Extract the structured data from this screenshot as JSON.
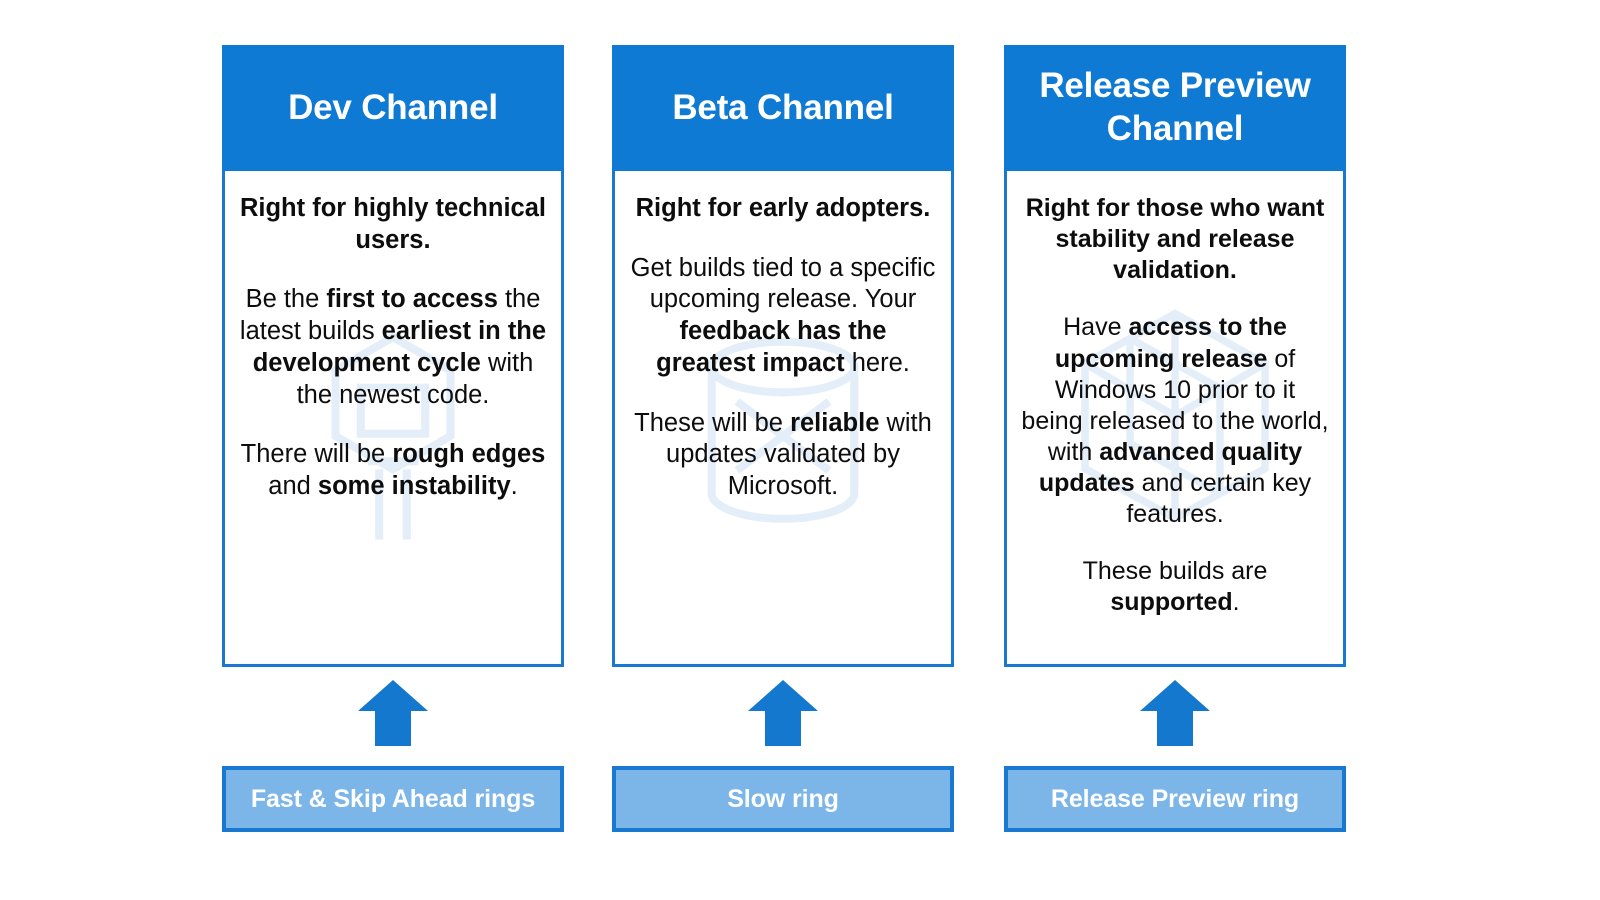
{
  "colors": {
    "header_blue": "#0f7ad4",
    "border_blue": "#1978cf",
    "ring_bar_fill": "#7cb5e8",
    "arrow_blue": "#1479ce",
    "text_black": "#0d0d0d",
    "background": "#ffffff"
  },
  "columns": [
    {
      "id": "dev",
      "header": "Dev Channel",
      "lead": "Right for highly technical users.",
      "paragraphs": [
        [
          {
            "text": "Be the ",
            "bold": false
          },
          {
            "text": "first to access",
            "bold": true
          },
          {
            "text": " the latest builds ",
            "bold": false
          },
          {
            "text": "earliest in the development cycle",
            "bold": true
          },
          {
            "text": " with the newest code.",
            "bold": false
          }
        ],
        [
          {
            "text": "There will be ",
            "bold": false
          },
          {
            "text": "rough edges",
            "bold": true
          },
          {
            "text": " and ",
            "bold": false
          },
          {
            "text": "some instability",
            "bold": true
          },
          {
            "text": ".",
            "bold": false
          }
        ]
      ],
      "ring_bar": "Fast & Skip Ahead rings",
      "watermark": "funnel-pipe-outline-icon"
    },
    {
      "id": "beta",
      "header": "Beta Channel",
      "lead": "Right for early adopters.",
      "paragraphs": [
        [
          {
            "text": "Get builds tied to a specific upcoming release. Your ",
            "bold": false
          },
          {
            "text": "feedback has the greatest impact",
            "bold": true
          },
          {
            "text": " here.",
            "bold": false
          }
        ],
        [
          {
            "text": "These will be ",
            "bold": false
          },
          {
            "text": "reliable",
            "bold": true
          },
          {
            "text": " with updates validated by Microsoft.",
            "bold": false
          }
        ]
      ],
      "ring_bar": "Slow ring",
      "watermark": "database-cylinder-outline-icon"
    },
    {
      "id": "release-preview",
      "header": "Release Preview Channel",
      "lead": "Right for those who want stability and release validation.",
      "paragraphs": [
        [
          {
            "text": "Have ",
            "bold": false
          },
          {
            "text": "access to the upcoming release",
            "bold": true
          },
          {
            "text": " of Windows 10 prior to it being released to the world, with ",
            "bold": false
          },
          {
            "text": "advanced quality updates",
            "bold": true
          },
          {
            "text": " and certain key features.",
            "bold": false
          }
        ],
        [
          {
            "text": "These builds are ",
            "bold": false
          },
          {
            "text": "supported",
            "bold": true
          },
          {
            "text": ".",
            "bold": false
          }
        ]
      ],
      "ring_bar": "Release Preview ring",
      "watermark": "cube-outline-icon"
    }
  ]
}
